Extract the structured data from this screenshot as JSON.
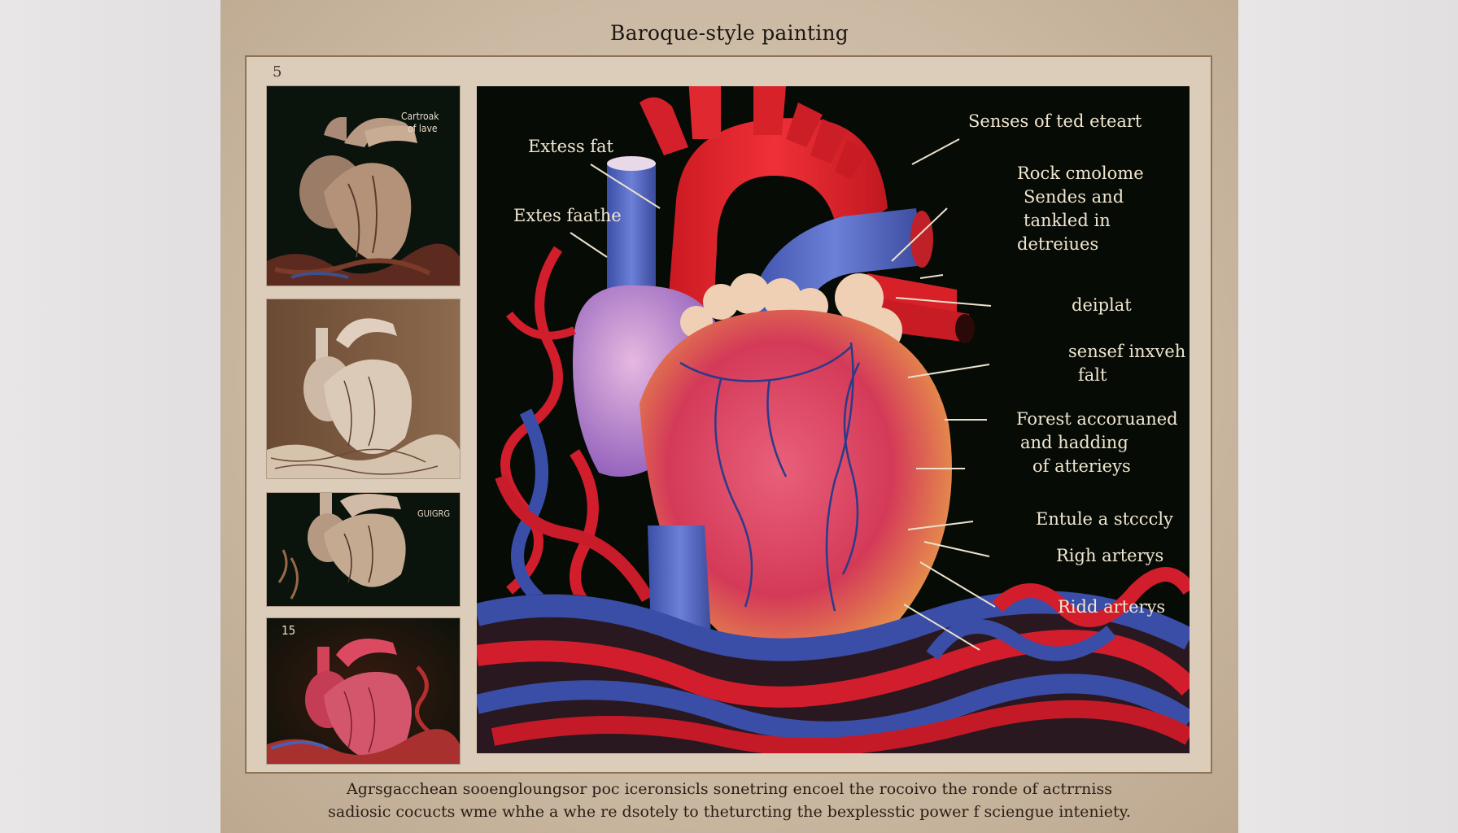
{
  "title": "Baroque-style painting",
  "frame_mark": "5",
  "thumbnails": [
    {
      "label_line1": "Cartroak",
      "label_line2": "of lave",
      "style": "sepia-dark"
    },
    {
      "label_line1": "",
      "label_line2": "",
      "style": "sepia-brown"
    },
    {
      "label_line1": "GUIGRG",
      "label_line2": "",
      "style": "sepia-dark"
    },
    {
      "label_line1": "15",
      "label_line2": "",
      "style": "red-dark"
    }
  ],
  "main_painting": {
    "subject": "anatomical-heart-illustration",
    "callouts": [
      {
        "id": "extess-fat",
        "text": "Extess fat"
      },
      {
        "id": "extes-faathe",
        "text": "Extes faathe"
      },
      {
        "id": "senses-of-ted-eteart",
        "text": "Senses of ted eteart"
      },
      {
        "id": "rock-cmolome",
        "lines": [
          "Rock cmolome",
          "Sendes and",
          "tankled in",
          "detreiues"
        ]
      },
      {
        "id": "deiplat",
        "text": "deiplat"
      },
      {
        "id": "sensef-inxveh",
        "lines": [
          "sensef inxveh",
          "falt"
        ]
      },
      {
        "id": "forest-accoruaned",
        "lines": [
          "Forest accoruaned",
          "and hadding",
          "of atterieys"
        ]
      },
      {
        "id": "entule-a-stcccly",
        "text": "Entule a stcccly"
      },
      {
        "id": "righ-arterys",
        "text": "Righ arterys"
      },
      {
        "id": "ridd-arterys",
        "text": "Ridd arterys"
      }
    ]
  },
  "caption": {
    "line1": "Agrsgacchean sooengloungsor poc iceronsicls sonetring encoel the rocoivo the ronde of actrrniss",
    "line2": "sadiosic cocucts wme whhe a whe re dsotely to theturcting the bexplesstic power f sciengue inteniety."
  },
  "colors": {
    "sheet": "#cbb9a3",
    "frame_border": "#8e7355",
    "painting_bg": "#070b06",
    "artery_red": "#d9202a",
    "vein_blue": "#4a5fb8",
    "label_text": "#f1e6cf"
  }
}
